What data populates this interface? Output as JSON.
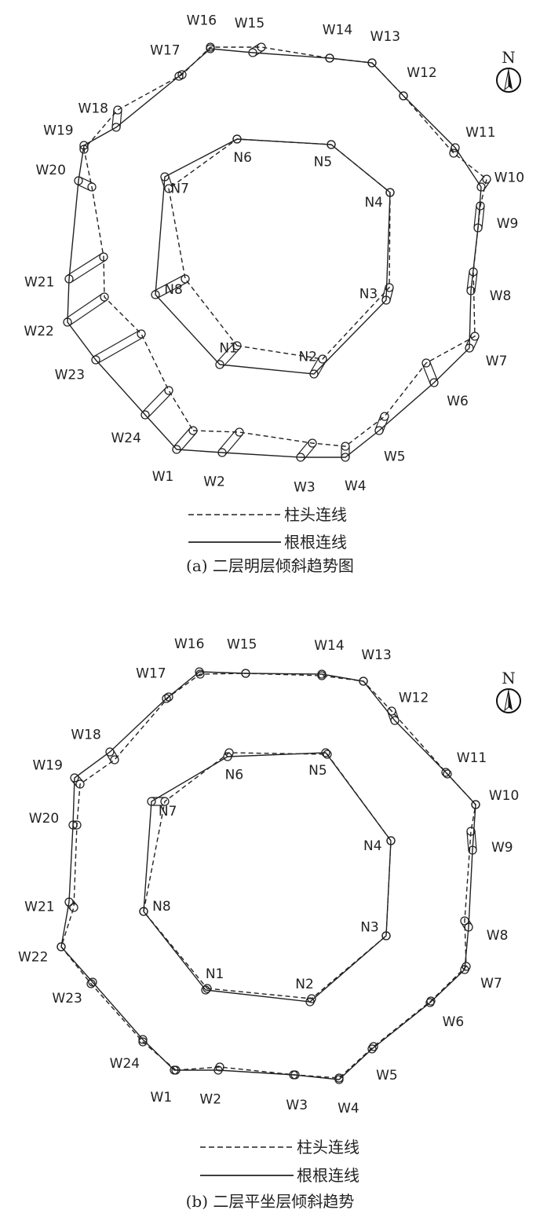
{
  "panels": [
    {
      "caption": "(a) 二层明层倾斜趋势图",
      "outer_points": [
        "W1",
        "W2",
        "W3",
        "W4",
        "W5",
        "W6",
        "W7",
        "W8",
        "W9",
        "W10",
        "W11",
        "W12",
        "W13",
        "W14",
        "W15",
        "W16",
        "W17",
        "W18",
        "W19",
        "W20",
        "W21",
        "W22",
        "W23",
        "W24"
      ],
      "inner_points": [
        "N1",
        "N2",
        "N3",
        "N4",
        "N5",
        "N6",
        "N7",
        "N8"
      ],
      "legend": {
        "head_line": "柱头连线",
        "root_line": "根根连线"
      },
      "compass": "N"
    },
    {
      "caption": "(b) 二层平坐层倾斜趋势",
      "outer_points": [
        "W1",
        "W2",
        "W3",
        "W4",
        "W5",
        "W6",
        "W7",
        "W8",
        "W9",
        "W10",
        "W11",
        "W12",
        "W13",
        "W14",
        "W15",
        "W16",
        "W17",
        "W18",
        "W19",
        "W20",
        "W21",
        "W22",
        "W23",
        "W24"
      ],
      "inner_points": [
        "N1",
        "N2",
        "N3",
        "N4",
        "N5",
        "N6",
        "N7",
        "N8"
      ],
      "legend": {
        "head_line": "柱头连线",
        "root_line": "根根连线"
      },
      "compass": "N"
    }
  ]
}
